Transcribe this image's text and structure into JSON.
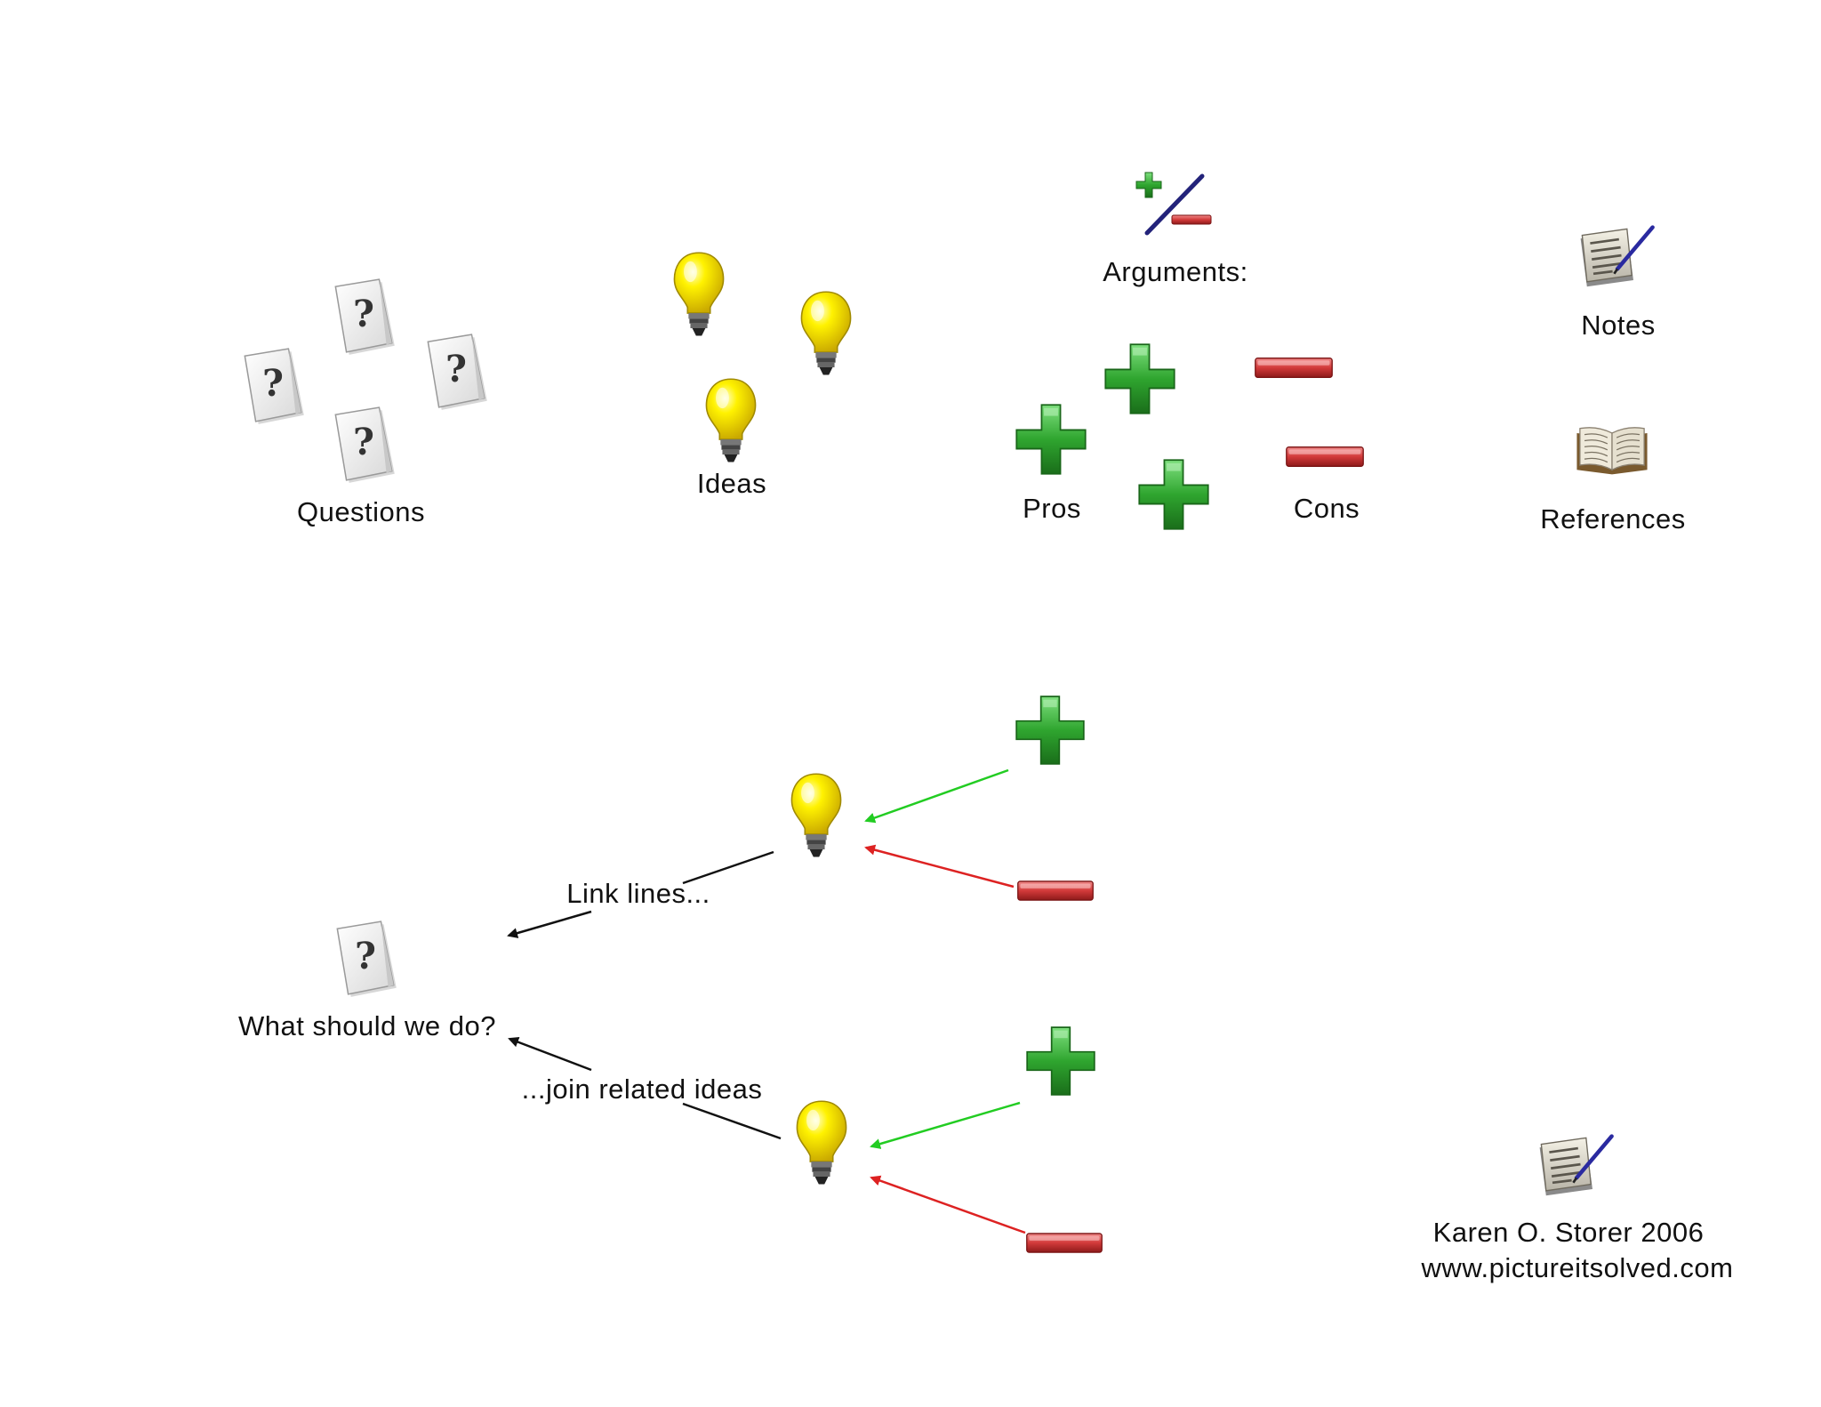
{
  "legend": {
    "questions_label": "Questions",
    "ideas_label": "Ideas",
    "arguments_label": "Arguments:",
    "pros_label": "Pros",
    "cons_label": "Cons",
    "notes_label": "Notes",
    "references_label": "References"
  },
  "example": {
    "question_text": "What should we do?",
    "link_label_1": "Link lines...",
    "link_label_2": "...join related ideas"
  },
  "credit": {
    "author": "Karen O. Storer 2006",
    "url": "www.pictureitsolved.com"
  },
  "icons": {
    "question": "question-card-icon",
    "idea": "lightbulb-icon",
    "pro": "plus-icon",
    "con": "minus-icon",
    "arguments": "plus-minus-icon",
    "notes": "notepad-pencil-icon",
    "references": "open-book-icon"
  },
  "colors": {
    "pro_green": "#2e9e2e",
    "con_red": "#d23a3a",
    "idea_yellow": "#f2e600",
    "pro_link": "#22cc22",
    "con_link": "#dd2222",
    "link_line": "#111111"
  }
}
